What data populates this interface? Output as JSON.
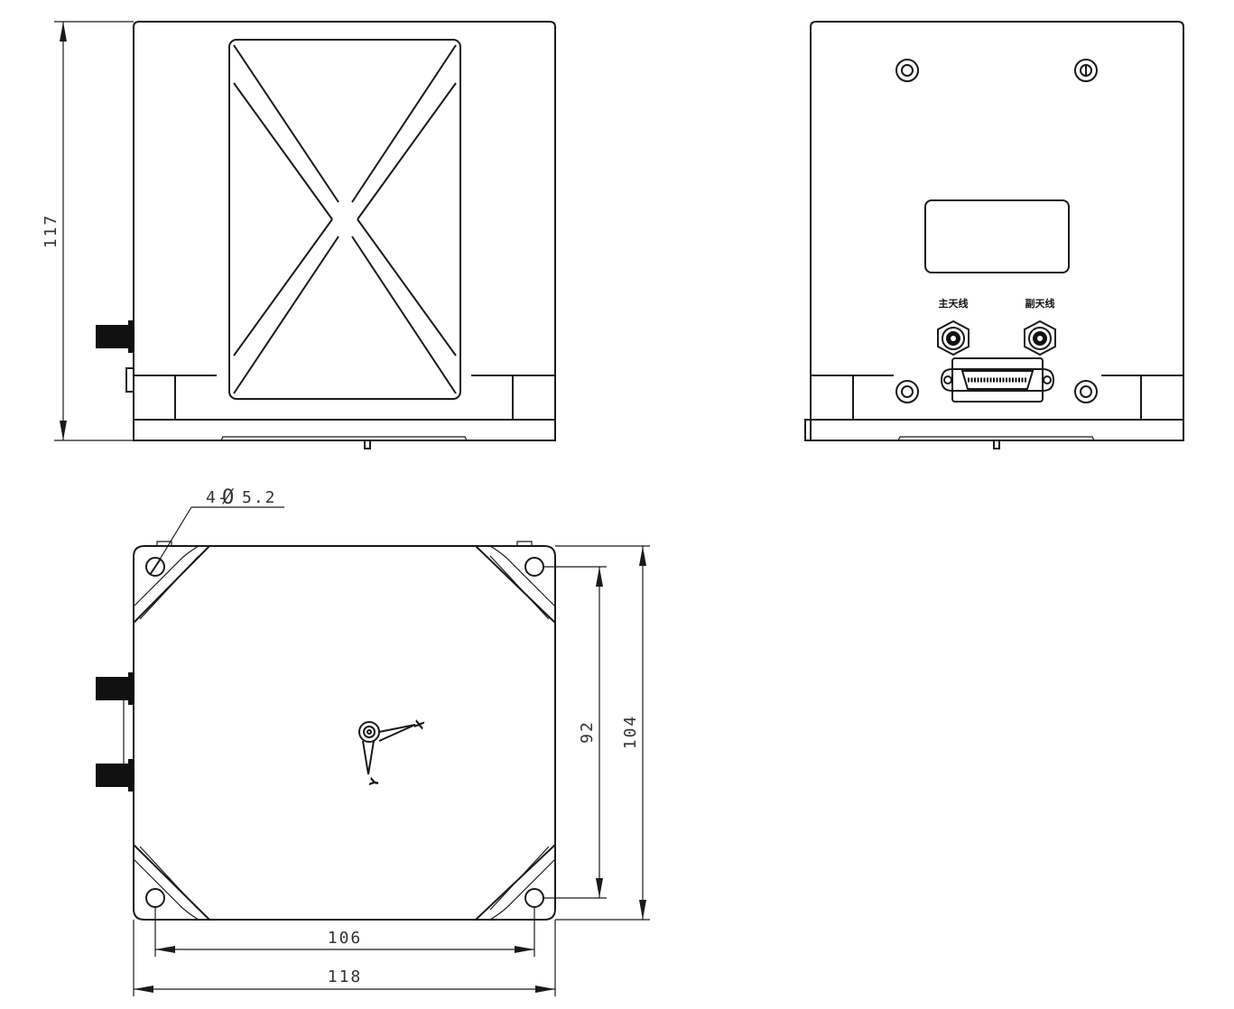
{
  "dimensions": {
    "front_height": "117",
    "hole_spec": "4-",
    "hole_symbol": "Ø",
    "hole_diameter": "5.2",
    "top_inner_height": "92",
    "top_outer_height": "104",
    "hole_spacing_width": "106",
    "overall_width": "118"
  },
  "rear_panel": {
    "main_antenna_label": "主天线",
    "aux_antenna_label": "副天线"
  },
  "axes": {
    "x_label": "X",
    "y_label": "Y"
  }
}
